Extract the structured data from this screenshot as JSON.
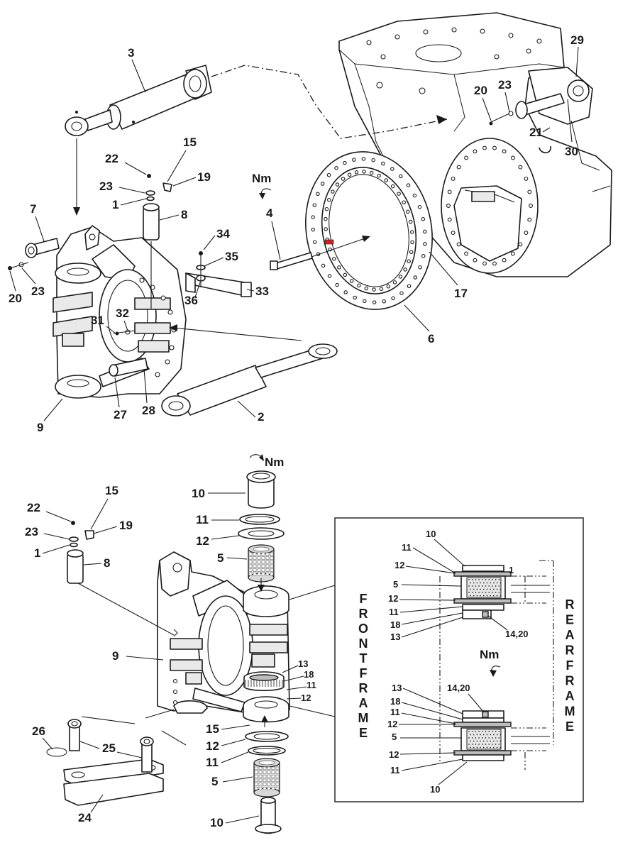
{
  "colors": {
    "line": "#1a1a1a",
    "highlight": "#d62020",
    "shade": "#e9e9e9"
  },
  "torque_label": "Nm",
  "upper_callouts": {
    "c3": "3",
    "c29": "29",
    "c20": "20",
    "c23": "23",
    "c21": "21",
    "c30": "30",
    "c15": "15",
    "c22": "22",
    "c19": "19",
    "c23b": "23",
    "c1": "1",
    "c8": "8",
    "c7": "7",
    "c4": "4",
    "c34": "34",
    "c35": "35",
    "c33": "33",
    "c36": "36",
    "c17": "17",
    "c20b": "20",
    "c23c": "23",
    "c31": "31",
    "c32": "32",
    "c6": "6",
    "c9": "9",
    "c27": "27",
    "c28": "28",
    "c2": "2"
  },
  "lower_callouts": {
    "c10": "10",
    "c11": "11",
    "c12": "12",
    "c5": "5",
    "c15": "15",
    "c22": "22",
    "c19": "19",
    "c23": "23",
    "c1": "1",
    "c8": "8",
    "c9": "9",
    "c13": "13",
    "c18": "18",
    "c11b": "11",
    "c12b": "12",
    "c15b": "15",
    "c12c": "12",
    "c11c": "11",
    "c5b": "5",
    "c26": "26",
    "c25": "25",
    "c24": "24",
    "c10b": "10"
  },
  "detail_callouts": {
    "d10": "10",
    "d11": "11",
    "d12": "12",
    "d1": "1",
    "d5": "5",
    "d12b": "12",
    "d11b": "11",
    "d18": "18",
    "d13": "13",
    "d1420": "14,20",
    "d13b": "13",
    "d1420b": "14,20",
    "d18b": "18",
    "d11c": "11",
    "d12c": "12",
    "d5b": "5",
    "d12d": "12",
    "d11d": "11",
    "d10b": "10"
  },
  "front_frame_letters": [
    "F",
    "R",
    "O",
    "N",
    "T",
    "F",
    "R",
    "A",
    "M",
    "E"
  ],
  "rear_frame_letters": [
    "R",
    "E",
    "A",
    "R",
    "F",
    "R",
    "A",
    "M",
    "E"
  ]
}
